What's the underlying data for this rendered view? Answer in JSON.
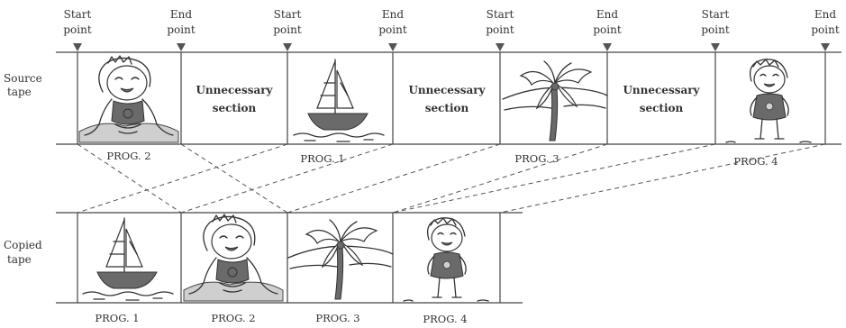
{
  "source_tape": {
    "label_line1": "Source",
    "label_line2": "tape",
    "markers": [
      {
        "line1": "Start",
        "line2": "point"
      },
      {
        "line1": "End",
        "line2": "point"
      },
      {
        "line1": "Start",
        "line2": "point"
      },
      {
        "line1": "End",
        "line2": "point"
      },
      {
        "line1": "Start",
        "line2": "point"
      },
      {
        "line1": "End",
        "line2": "point"
      },
      {
        "line1": "Start",
        "line2": "point"
      },
      {
        "line1": "End",
        "line2": "point"
      }
    ],
    "unnecessary": [
      {
        "line1": "Unnecessary",
        "line2": "section"
      },
      {
        "line1": "Unnecessary",
        "line2": "section"
      },
      {
        "line1": "Unnecessary",
        "line2": "section"
      }
    ],
    "programs": [
      "PROG. 2",
      "PROG. 1",
      "PROG. 3",
      "PROG. 4"
    ]
  },
  "copied_tape": {
    "label_line1": "Copied",
    "label_line2": "tape",
    "programs": [
      "PROG. 1",
      "PROG. 2",
      "PROG. 3",
      "PROG. 4"
    ]
  }
}
